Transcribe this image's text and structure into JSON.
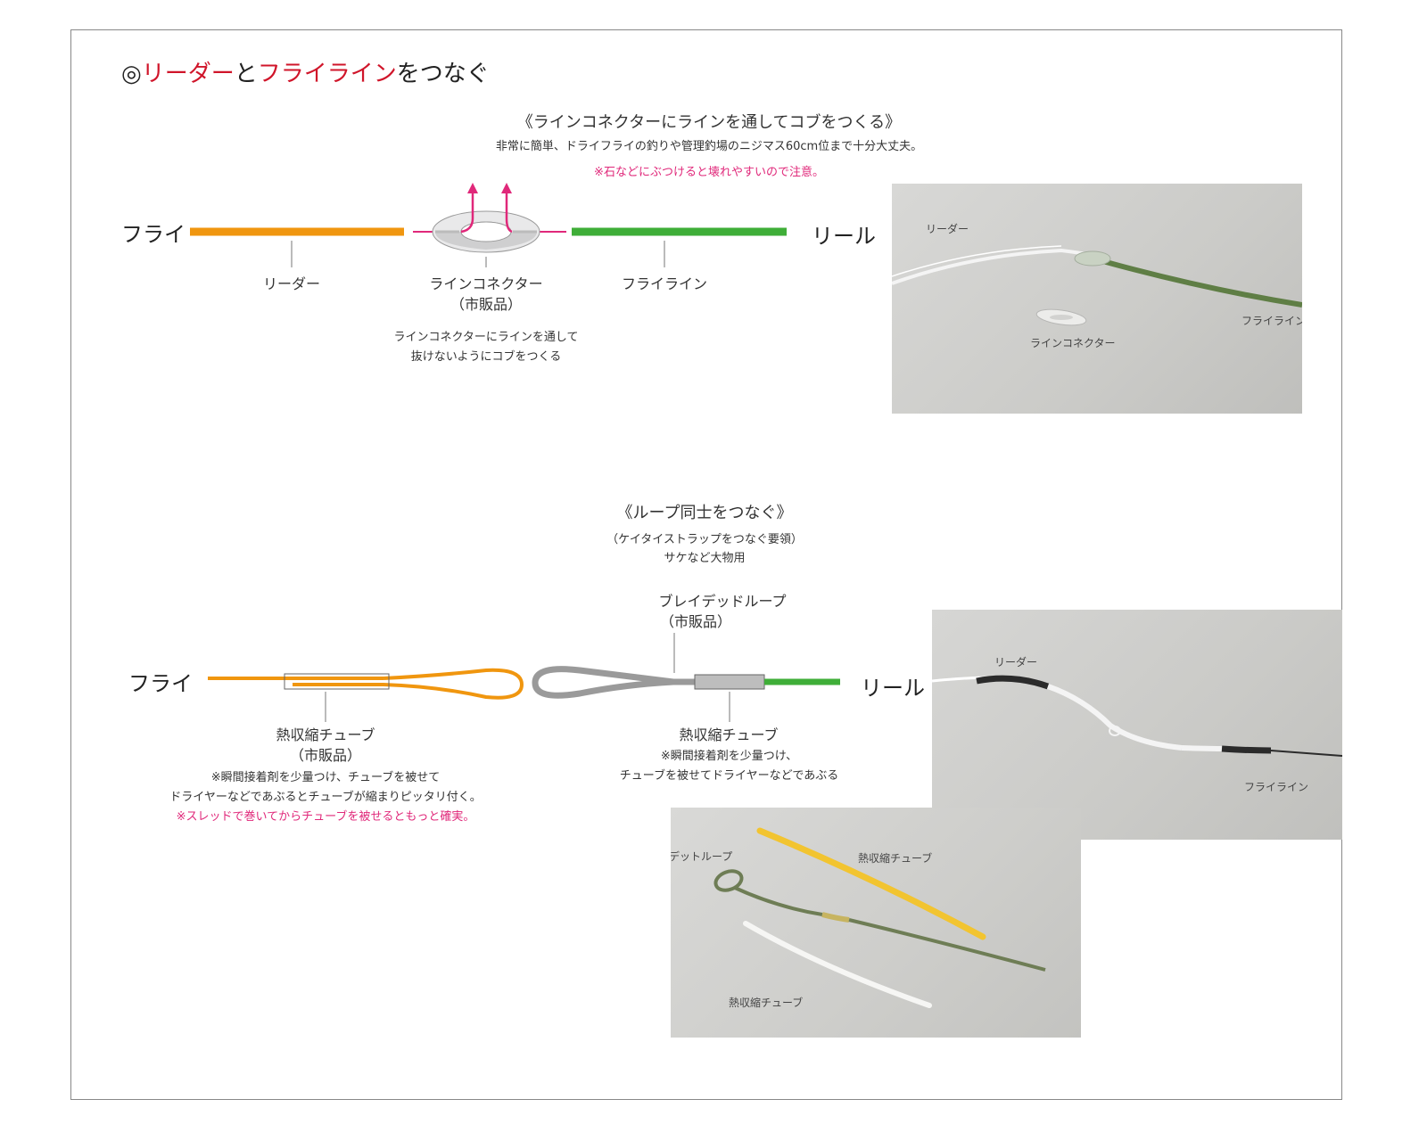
{
  "title": {
    "prefix": "◎",
    "leader": "リーダー",
    "to": "と",
    "flyline": "フライライン",
    "suffix": "をつなぐ"
  },
  "section1": {
    "heading": "《ラインコネクターにラインを通してコブをつくる》",
    "desc": "非常に簡単、ドライフライの釣りや管理釣場のニジマス60cm位まで十分大丈夫。",
    "note": "※石などにぶつけると壊れやすいので注意。",
    "fly": "フライ",
    "reel": "リール",
    "label_leader": "リーダー",
    "label_connector_1": "ラインコネクター",
    "label_connector_2": "（市販品）",
    "label_flyline": "フライライン",
    "instr_1": "ラインコネクターにラインを通して",
    "instr_2": "抜けないようにコブをつくる",
    "photo_leader": "リーダー",
    "photo_connector": "ラインコネクター",
    "photo_flyline": "フライライン",
    "colors": {
      "leader": "#f0960f",
      "flyline": "#3fae38",
      "accent": "#e0287a"
    }
  },
  "section2": {
    "heading": "《ループ同士をつなぐ》",
    "sub_1": "（ケイタイストラップをつなぐ要領）",
    "sub_2": "サケなど大物用",
    "braided_1": "ブレイデッドループ",
    "braided_2": "（市販品）",
    "fly": "フライ",
    "reel": "リール",
    "tube_left_1": "熱収縮チューブ",
    "tube_left_2": "（市販品）",
    "tube_left_note_1": "※瞬間接着剤を少量つけ、チューブを被せて",
    "tube_left_note_2": "ドライヤーなどであぶるとチューブが縮まりピッタリ付く。",
    "tube_left_note_3": "※スレッドで巻いてからチューブを被せるともっと確実。",
    "tube_right_1": "熱収縮チューブ",
    "tube_right_note_1": "※瞬間接着剤を少量つけ、",
    "tube_right_note_2": "チューブを被せてドライヤーなどであぶる",
    "photo1_leader": "リーダー",
    "photo1_flyline": "フライライン",
    "photo2_braided": "ブレイデットループ",
    "photo2_tube1": "熱収縮チューブ",
    "photo2_tube2": "熱収縮チューブ"
  }
}
